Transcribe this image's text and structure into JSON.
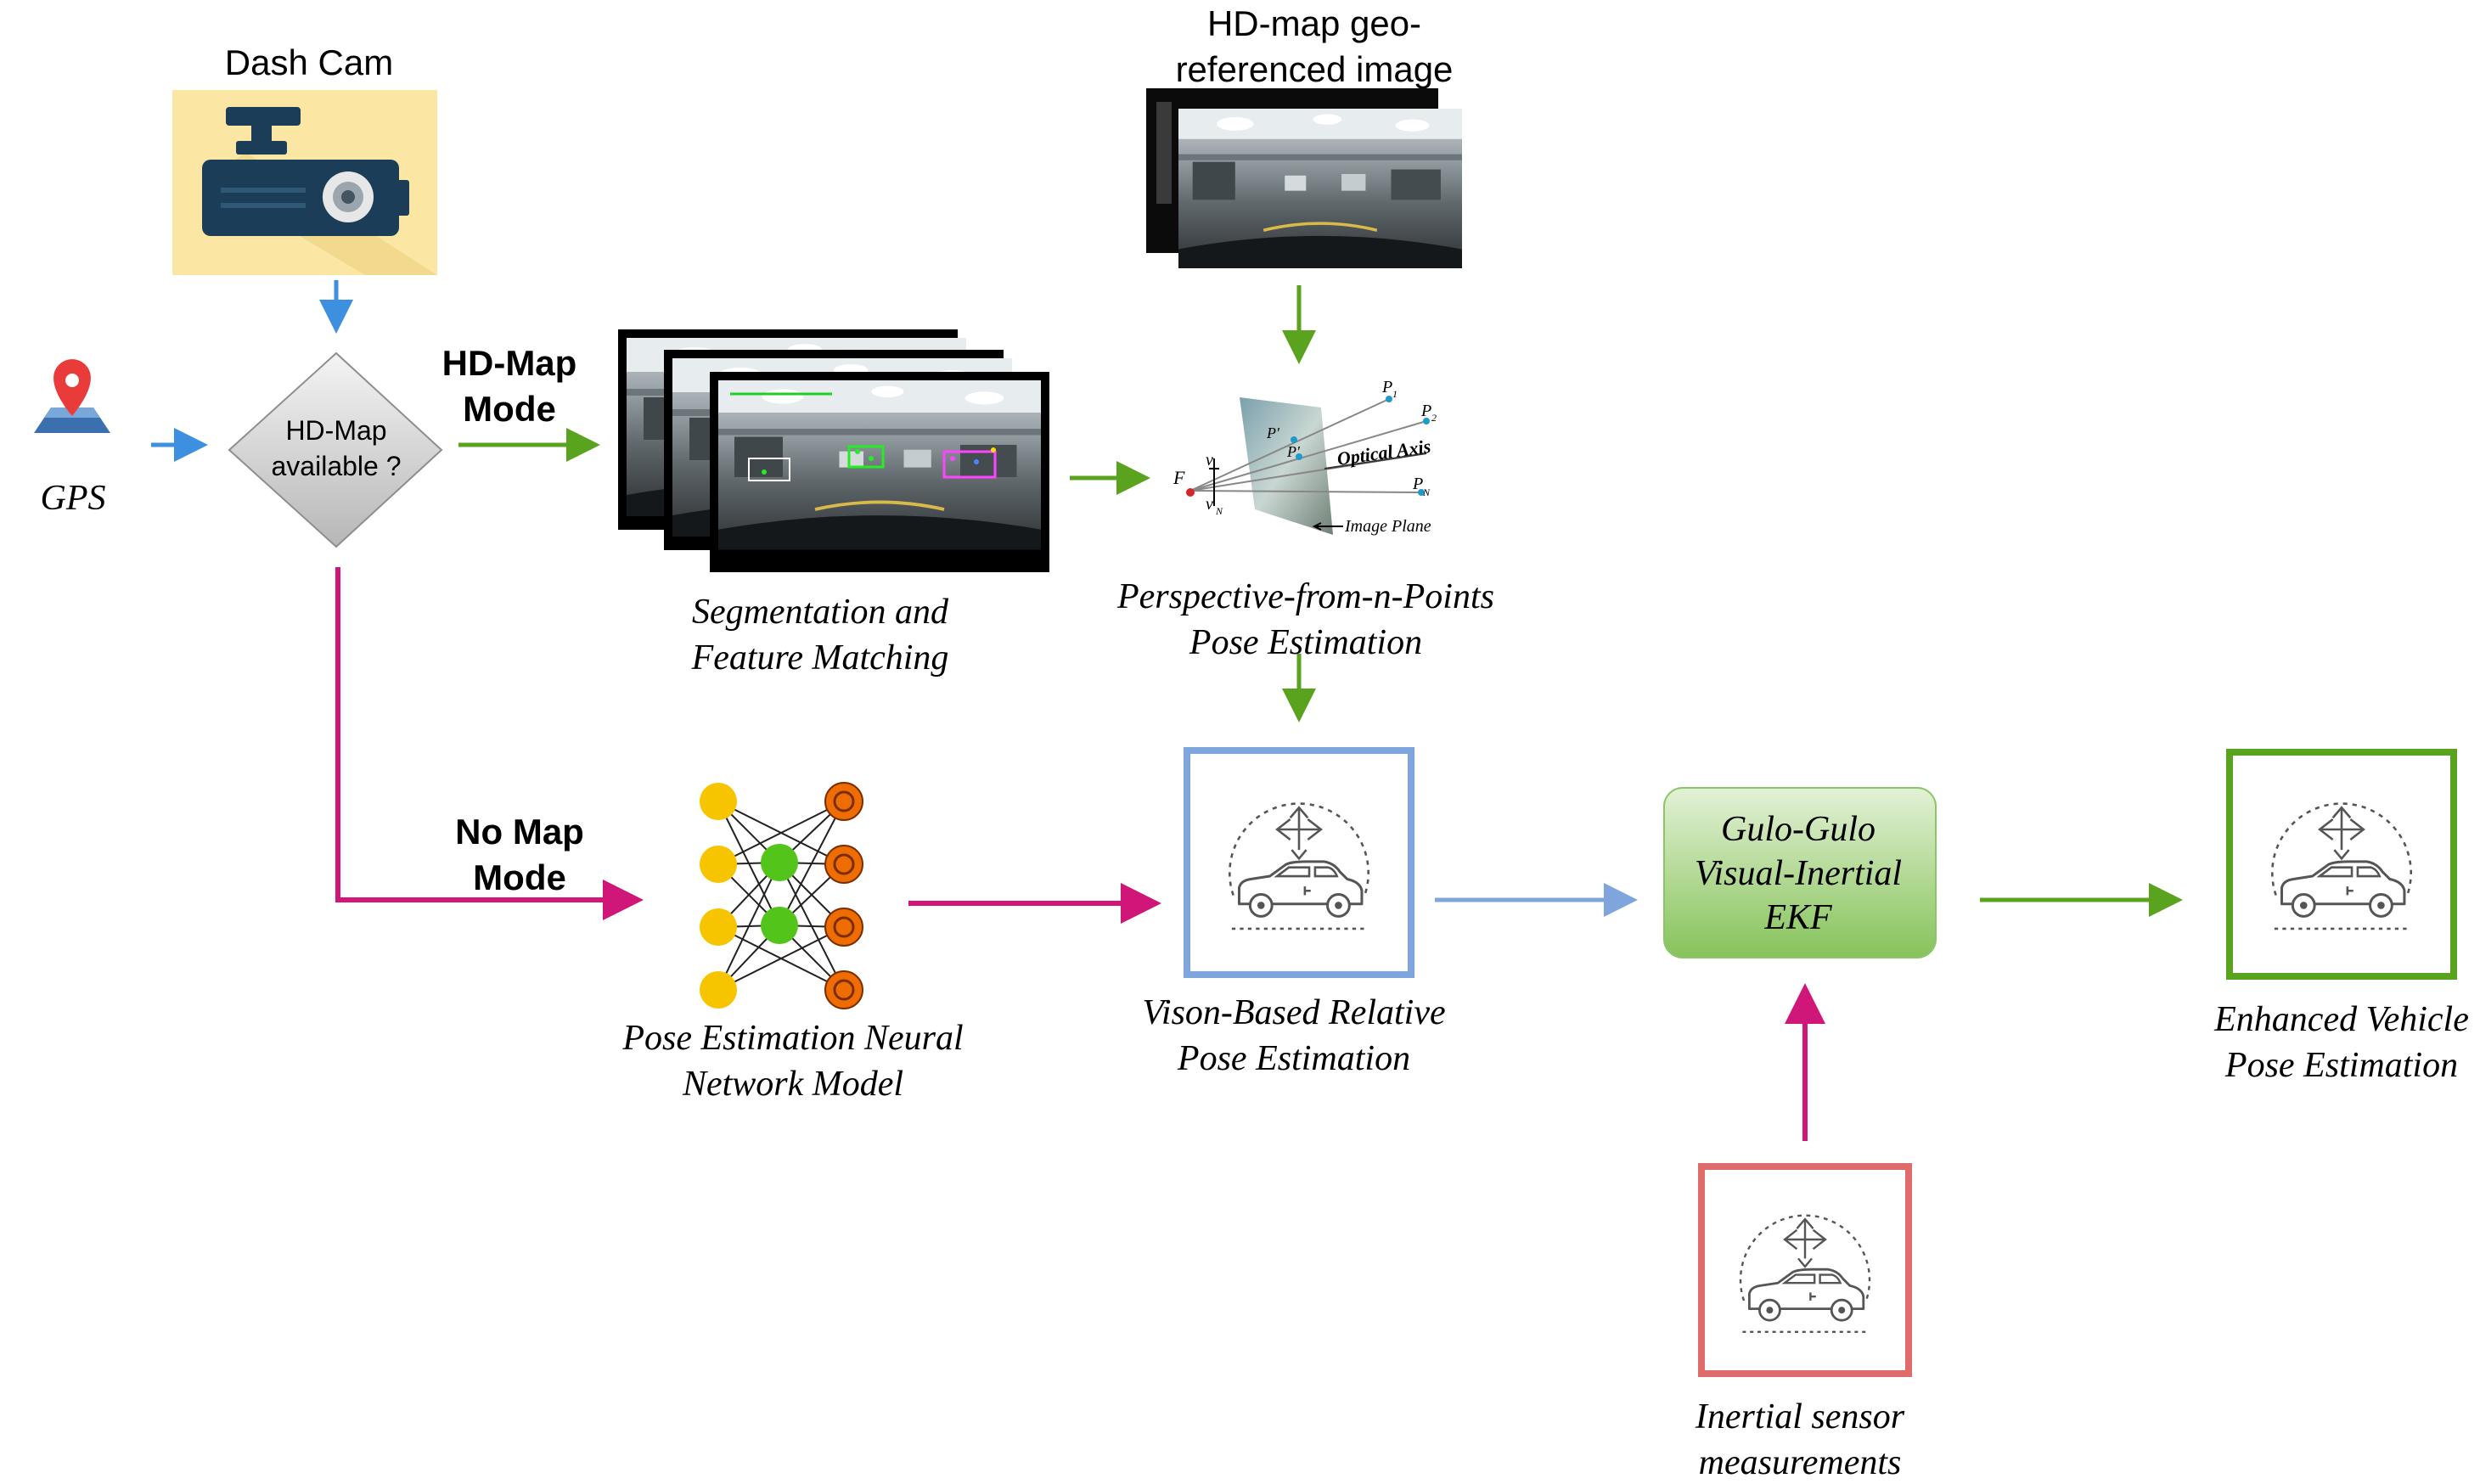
{
  "labels": {
    "dash_cam": "Dash Cam",
    "gps": "GPS",
    "decision_line1": "HD-Map",
    "decision_line2": "available ?",
    "hd_map_mode_line1": "HD-Map",
    "hd_map_mode_line2": "Mode",
    "no_map_mode_line1": "No Map",
    "no_map_mode_line2": "Mode",
    "hdmap_image_line1": "HD-map geo-",
    "hdmap_image_line2": "referenced image",
    "segmentation_line1": "Segmentation and",
    "segmentation_line2": "Feature Matching",
    "pnp_line1": "Perspective-from-n-Points",
    "pnp_line2": "Pose Estimation",
    "nn_line1": "Pose Estimation Neural",
    "nn_line2": "Network Model",
    "vision_line1": "Vison-Based Relative",
    "vision_line2": "Pose Estimation",
    "ekf_line1": "Gulo-Gulo",
    "ekf_line2": "Visual-Inertial",
    "ekf_line3": "EKF",
    "enhanced_line1": "Enhanced Vehicle",
    "enhanced_line2": "Pose Estimation",
    "inertial_line1": "Inertial sensor",
    "inertial_line2": "measurements"
  },
  "pnp_diagram": {
    "optical_axis": "Optical Axis",
    "image_plane": "Image Plane",
    "focal": "F",
    "p1": "P",
    "p1_sub": "1",
    "p2": "P",
    "p2_sub": "2",
    "pn": "P",
    "pn_sub": "N",
    "p1_prime": "P'",
    "p2_prime": "P'",
    "v": "v",
    "vn": "v",
    "vn_sub": "N"
  },
  "colors": {
    "blue_arrow": "#3d8fe0",
    "green_arrow": "#5aa31e",
    "magenta_arrow": "#d1167a",
    "light_blue_arrow": "#7fa6dc",
    "vision_box": "#7fa6dc",
    "enhanced_box": "#5aa31e",
    "inertial_box": "#e06b6b",
    "ekf_fill": "#a6d486",
    "node_yellow": "#f7c400",
    "node_green": "#52c41a",
    "node_orange": "#ef6c00"
  }
}
